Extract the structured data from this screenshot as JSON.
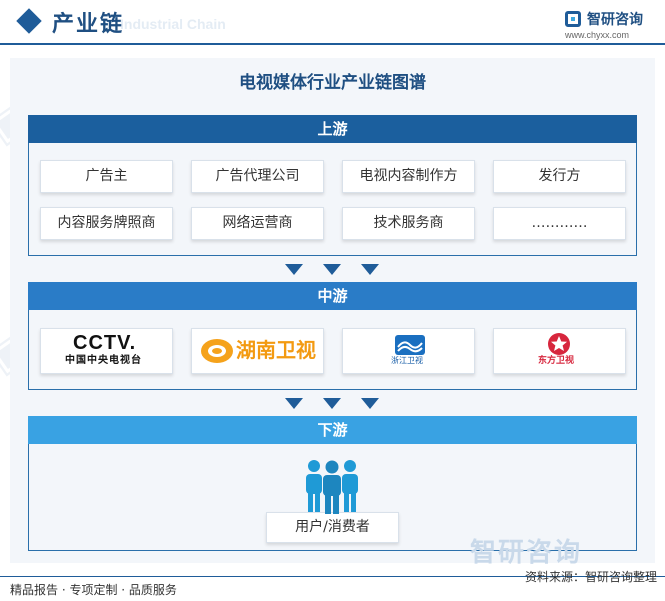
{
  "header": {
    "title": "产业链",
    "title_en": "Industrial Chain",
    "brand_name": "智研咨询",
    "brand_url": "www.chyxx.com"
  },
  "diagram": {
    "title": "电视媒体行业产业链图谱",
    "upstream": {
      "label": "上游",
      "items": [
        "广告主",
        "广告代理公司",
        "电视内容制作方",
        "发行方",
        "内容服务牌照商",
        "网络运营商",
        "技术服务商",
        "…………"
      ]
    },
    "midstream": {
      "label": "中游",
      "logos": [
        {
          "name": "cctv-logo",
          "main": "CCTV.",
          "sub": "中国中央电视台"
        },
        {
          "name": "hunan-tv-logo",
          "main": "湖南卫视"
        },
        {
          "name": "zhejiang-tv-logo",
          "main": "浙江卫视"
        },
        {
          "name": "dragon-tv-logo",
          "main": "东方卫视"
        }
      ]
    },
    "downstream": {
      "label": "下游",
      "item": "用户/消费者"
    }
  },
  "footer": {
    "left": "精品报告 · 专项定制 · 品质服务",
    "source": "资料来源：智研咨询整理",
    "watermark": "智研咨询"
  },
  "colors": {
    "upstream_bar": "#1b5f9e",
    "midstream_bar": "#2a7cc7",
    "downstream_bar": "#39a2e3",
    "accent": "#1f4f82"
  }
}
